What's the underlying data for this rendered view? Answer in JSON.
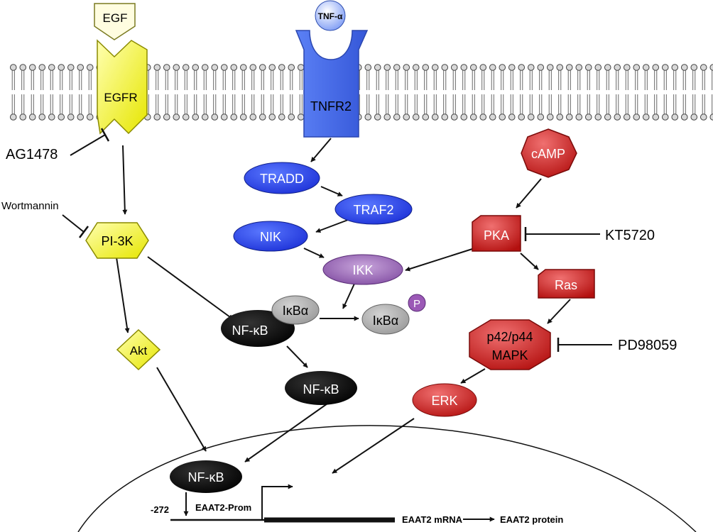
{
  "receptors": {
    "egf": "EGF",
    "egfr": "EGFR",
    "tnf_alpha": "TNF-α",
    "tnfr2": "TNFR2"
  },
  "inhibitors": {
    "ag1478": "AG1478",
    "wortmannin": "Wortmannin",
    "kt5720": "KT5720",
    "pd98059": "PD98059"
  },
  "nodes": {
    "pi3k": "PI-3K",
    "akt": "Akt",
    "tradd": "TRADD",
    "traf2": "TRAF2",
    "nik": "NIK",
    "ikk": "IKK",
    "nfkb": "NF-κB",
    "ikba": "IκBα",
    "phospho": "P",
    "camp": "cAMP",
    "pka": "PKA",
    "ras": "Ras",
    "mapk_line1": "p42/p44",
    "mapk_line2": "MAPK",
    "erk": "ERK"
  },
  "nucleus": {
    "position": "-272",
    "promoter": "EAAT2-Prom",
    "mrna": "EAAT2 mRNA",
    "protein": "EAAT2 protein"
  },
  "colors": {
    "egf_pathway": "#f7f74a",
    "tnf_pathway": "#3b5ff0",
    "ikk": "#8e52a8",
    "ikba": "#a8a8a8",
    "nfkb": "#111111",
    "camp_pathway": "#c8201e"
  }
}
